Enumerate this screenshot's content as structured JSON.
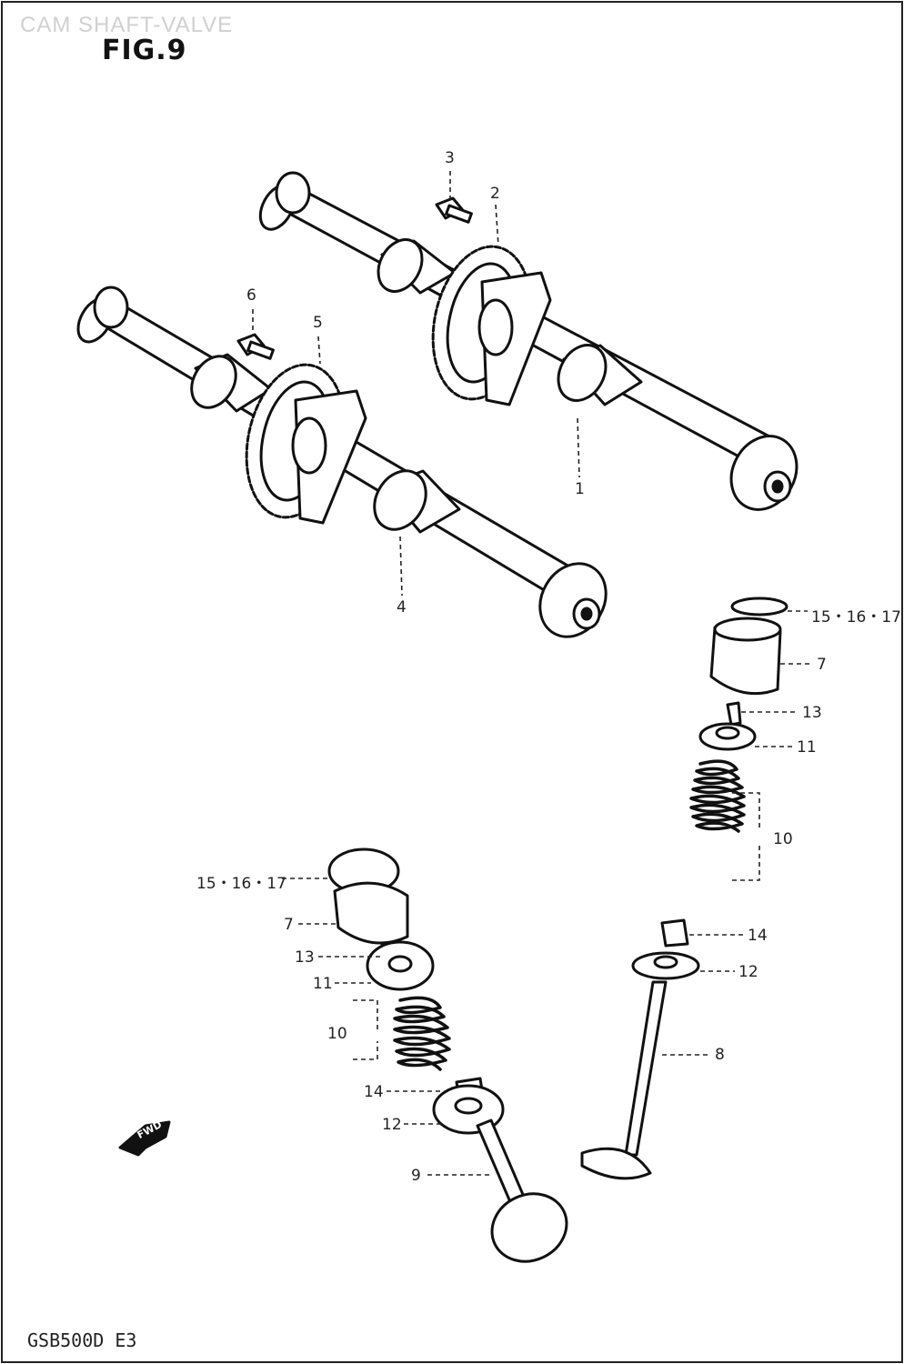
{
  "header": {
    "subtitle": "CAM SHAFT-VALVE",
    "figure": "FIG.9"
  },
  "footer": {
    "model": "GSB500D E3"
  },
  "callouts": {
    "c1": "1",
    "c2": "2",
    "c3": "3",
    "c4": "4",
    "c5": "5",
    "c6": "6",
    "c7a": "7",
    "c7b": "7",
    "c8": "8",
    "c9": "9",
    "c10a": "10",
    "c10b": "10",
    "c11a": "11",
    "c11b": "11",
    "c12a": "12",
    "c12b": "12",
    "c13a": "13",
    "c13b": "13",
    "c14a": "14",
    "c14b": "14",
    "c151617a": "15・16・17",
    "c151617b": "15・16・17"
  },
  "direction_arrow": {
    "text": "FWD",
    "icon": "arrow-left-icon"
  }
}
